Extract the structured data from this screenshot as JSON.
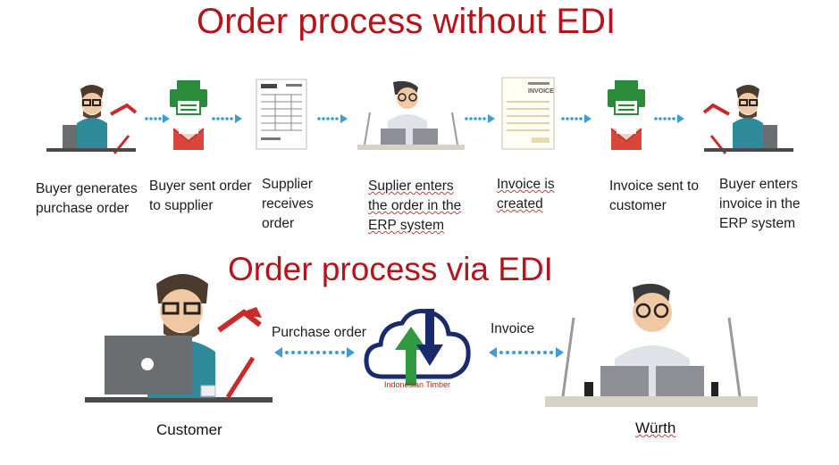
{
  "titles": {
    "without_edi": "Order process without EDI",
    "via_edi": "Order process via EDI"
  },
  "steps": [
    {
      "label": "Buyer generates purchase order"
    },
    {
      "label": "Buyer sent order to supplier"
    },
    {
      "label": "Supplier receives order"
    },
    {
      "label": "Suplier enters the order in the ERP system"
    },
    {
      "label": "Invoice is created"
    },
    {
      "label": "Invoice sent to customer"
    },
    {
      "label": "Buyer enters invoice in the ERP system"
    }
  ],
  "edi": {
    "purchase_order_label": "Purchase order",
    "invoice_label": "Invoice",
    "cloud_caption": "Indonesian Timber",
    "customer_label": "Customer",
    "supplier_label": "Würth"
  },
  "icons": {
    "buyer": "buyer-with-laptop-icon",
    "printer_envelope": "printer-envelope-icon",
    "document": "order-document-icon",
    "supplier": "supplier-at-desk-icon",
    "invoice": "invoice-document-icon",
    "cloud": "cloud-exchange-icon"
  },
  "colors": {
    "title_red": "#b3151b",
    "arrow_blue": "#3d9cd6",
    "printer_green": "#2c8a3b",
    "envelope_red": "#d9473b",
    "cloud_navy": "#1b2a6b"
  }
}
